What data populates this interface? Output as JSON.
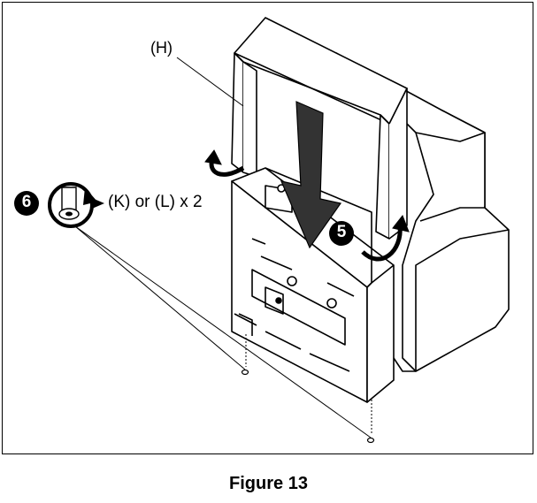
{
  "diagram": {
    "part_label": "(H)",
    "fastener_label": "(K) or (L) x 2",
    "steps": [
      "6",
      "5"
    ]
  },
  "caption": "Figure 13",
  "colors": {
    "line": "#000000",
    "step_badge": "#000000",
    "step_text": "#ffffff",
    "arrow": "#333333"
  }
}
